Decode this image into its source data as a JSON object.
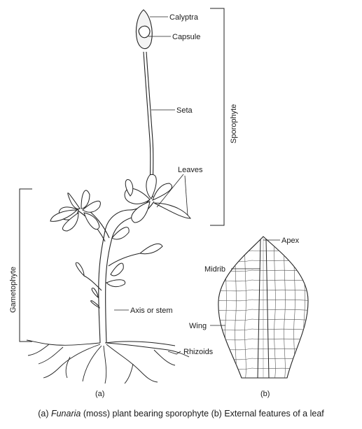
{
  "labels": {
    "calyptra": "Calyptra",
    "capsule": "Capsule",
    "seta": "Seta",
    "leaves": "Leaves",
    "sporophyte": "Sporophyte",
    "gametophyte": "Gametophyte",
    "axis": "Axis or stem",
    "rhizoids": "Rhizoids",
    "apex": "Apex",
    "midrib": "Midrib",
    "wing": "Wing"
  },
  "panels": {
    "a": "(a)",
    "b": "(b)"
  },
  "caption": {
    "part1": "(a) ",
    "italic": "Funaria",
    "part2": " (moss) plant bearing sporophyte (b) External features of a leaf"
  }
}
